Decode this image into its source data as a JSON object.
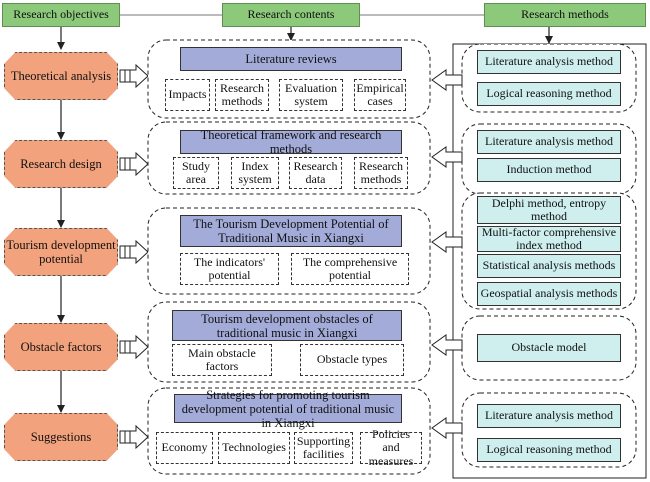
{
  "headers": {
    "objectives": "Research objectives",
    "contents": "Research contents",
    "methods": "Research methods"
  },
  "objectives": [
    "Theoretical analysis",
    "Research design",
    "Tourism development potential",
    "Obstacle factors",
    "Suggestions"
  ],
  "contents": [
    {
      "title": "Literature reviews",
      "items": [
        "Impacts",
        "Research methods",
        "Evaluation system",
        "Empirical cases"
      ]
    },
    {
      "title": "Theoretical framework and research methods",
      "items": [
        "Study area",
        "Index system",
        "Research data",
        "Research methods"
      ]
    },
    {
      "title": "The Tourism Development Potential of Traditional Music in Xiangxi",
      "items": [
        "The indicators' potential",
        "The comprehensive potential"
      ]
    },
    {
      "title": "Tourism development obstacles of traditional music in Xiangxi",
      "items": [
        "Main obstacle factors",
        "Obstacle types"
      ]
    },
    {
      "title": "Strategies for promoting tourism development potential of traditional music in Xiangxi",
      "items": [
        "Economy",
        "Technologies",
        "Supporting facilities",
        "Policies and measures"
      ]
    }
  ],
  "methods": [
    [
      "Literature analysis method",
      "Logical reasoning method"
    ],
    [
      "Literature analysis method",
      "Induction method"
    ],
    [
      "Delphi method, entropy method",
      "Multi-factor comprehensive index method",
      "Statistical analysis methods",
      "Geospatial analysis methods"
    ],
    [
      "Obstacle model"
    ],
    [
      "Literature analysis method",
      "Logical reasoning method"
    ]
  ],
  "colors": {
    "header": "#8cc97a",
    "objective": "#f2a27d",
    "content_title": "#a3acd9",
    "method": "#cfeeee"
  }
}
